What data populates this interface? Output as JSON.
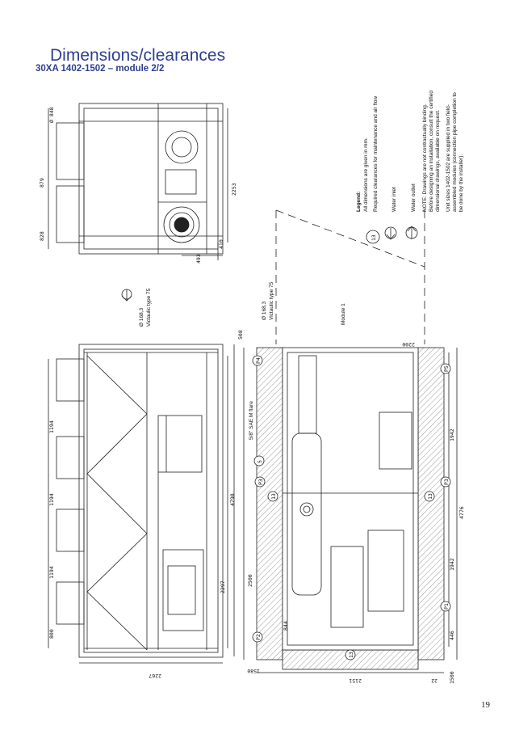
{
  "header": {
    "title": "Dimensions/clearances",
    "subtitle": "30XA 1402-1502 – module 2/2"
  },
  "page_number": "19",
  "legend": {
    "heading": "Legend:",
    "line1": "All dimensions are given in mm.",
    "clearance": "Required clearances for maintenance and air flow",
    "clearance_marker": "13",
    "water_inlet": "Water inlet",
    "water_outlet": "Water outlet",
    "note1": "NOTE: Drawings are not contractually binding.",
    "note2": "Before designing an installation, consult the certified",
    "note3": "dimensional drawings, available on request.",
    "note4": "Unit sizes 1402-1502 are supplied in two field-",
    "note5": "assembled modules (connection pipe completion to",
    "note6": "be done by the installer)."
  },
  "labels": {
    "pipe_top": "Ø 168,3",
    "pipe_top_type": "Victaulic type 75",
    "pipe_mid": "Ø 168,3",
    "pipe_mid_type": "Victaulic type 75",
    "flare": "5/8\" SAE M flare",
    "module": "Module 1"
  },
  "dimensions": {
    "top_view": {
      "d848": "Ø 848",
      "d879": "879",
      "d828": "828",
      "d2253": "2253",
      "d410": "410",
      "d493": "493"
    },
    "side_view": {
      "d1194a": "1194",
      "d1194b": "1194",
      "d1194c": "1194",
      "d800": "800",
      "d2267": "2267",
      "d2297": "2297",
      "d4798": "4798",
      "d508": "508"
    },
    "plan_view": {
      "d2500": "2500",
      "d2200": "2200",
      "d1942a": "1942",
      "d1942b": "1942",
      "d4776": "4776",
      "d446": "446",
      "d1500": "1500",
      "d844": "844",
      "d1580": "1580",
      "d2151": "2151",
      "d22": "22"
    },
    "markers": {
      "p1": "P1",
      "p2": "P2",
      "p3": "P3",
      "p4": "P4",
      "p5": "P5",
      "n13a": "13",
      "n13b": "13",
      "n13c": "13",
      "n5": "5"
    }
  }
}
